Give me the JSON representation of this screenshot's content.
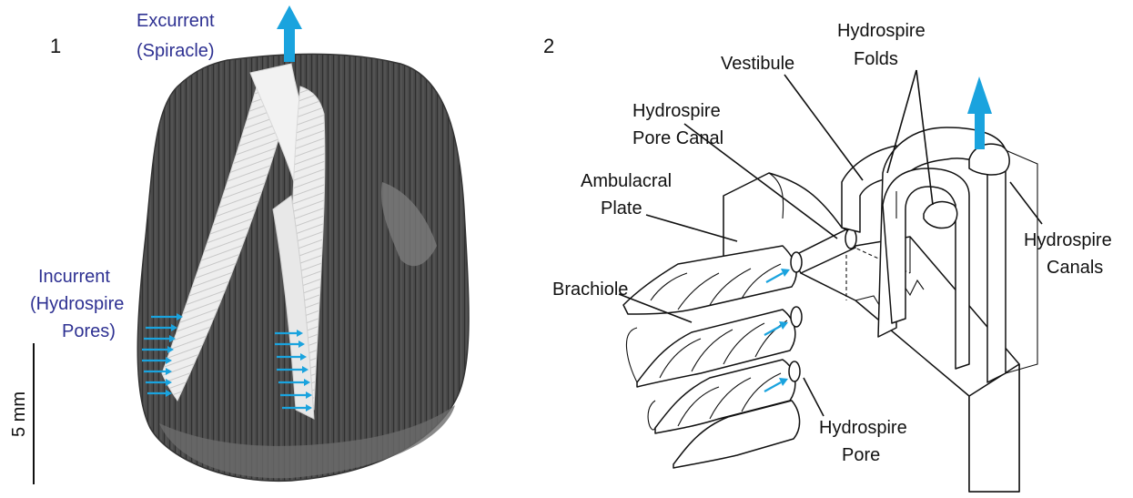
{
  "panel1": {
    "number": "1",
    "excurrent_label_line1": "Excurrent",
    "excurrent_label_line2": "(Spiracle)",
    "incurrent_label_line1": "Incurrent",
    "incurrent_label_line2": "(Hydrospire",
    "incurrent_label_line3": "Pores)",
    "scale_bar_label": "5 mm"
  },
  "panel2": {
    "number": "2",
    "labels": {
      "hydrospire_folds_1": "Hydrospire",
      "hydrospire_folds_2": "Folds",
      "vestibule": "Vestibule",
      "pore_canal_1": "Hydrospire",
      "pore_canal_2": "Pore Canal",
      "ambulacral_1": "Ambulacral",
      "ambulacral_2": "Plate",
      "canals_1": "Hydrospire",
      "canals_2": "Canals",
      "brachiole": "Brachiole",
      "pore_1": "Hydrospire",
      "pore_2": "Pore"
    }
  },
  "colors": {
    "flow_arrow": "#1aa3de",
    "label_blue": "#2e3192",
    "specimen_dark": "#4a4a4a",
    "specimen_light": "#f2f2f2"
  }
}
